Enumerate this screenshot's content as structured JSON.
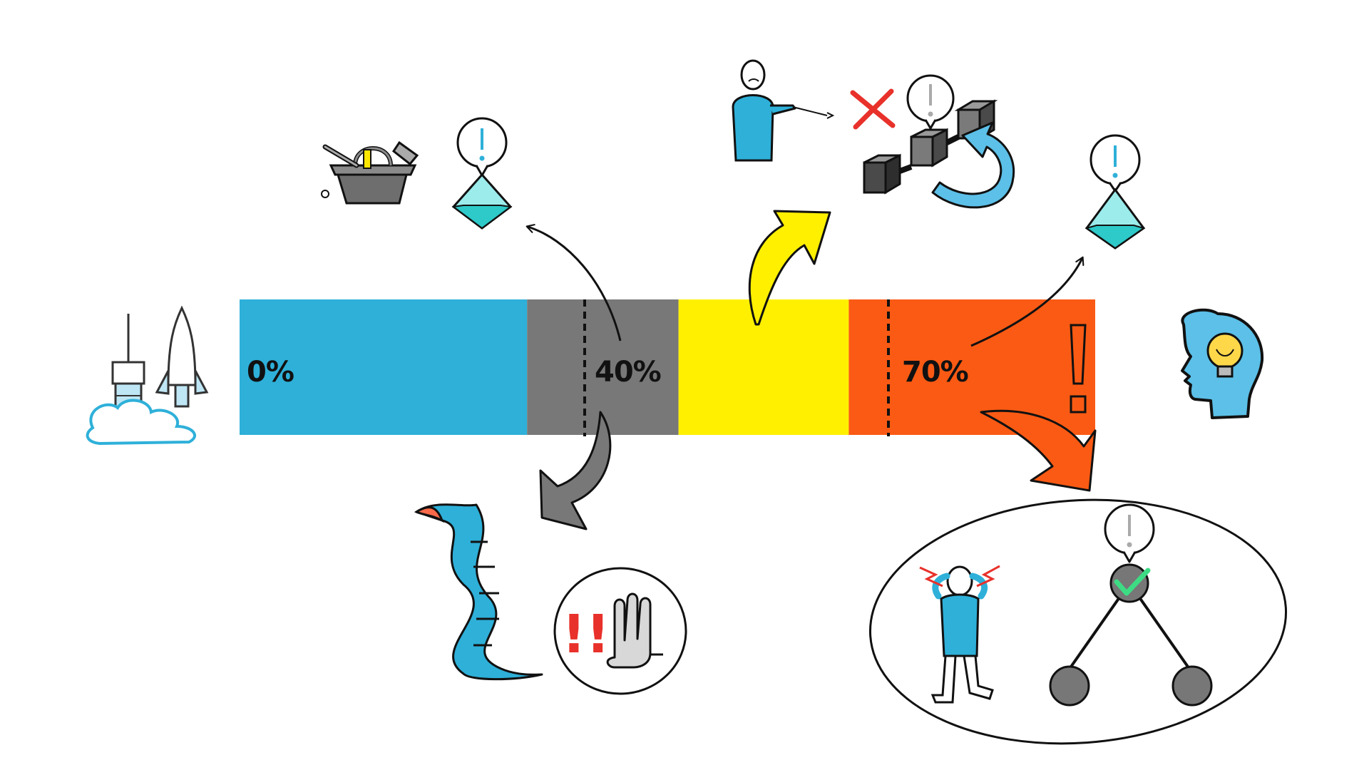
{
  "progress_bar": {
    "segments": [
      {
        "from_pct": 0,
        "to_pct": 33.6,
        "color": "#2eb0d9"
      },
      {
        "from_pct": 33.6,
        "to_pct": 51.3,
        "color": "#787878"
      },
      {
        "from_pct": 51.3,
        "to_pct": 71.2,
        "color": "#fff000"
      },
      {
        "from_pct": 71.2,
        "to_pct": 100,
        "color": "#fa5a14"
      }
    ],
    "labels": [
      {
        "text": "0%"
      },
      {
        "text": "40%"
      },
      {
        "text": "70%"
      }
    ],
    "markers": [
      "40%",
      "70%"
    ],
    "alert_glyph": "!"
  },
  "icons": [
    "rocket-launch-icon",
    "toolbox-icon",
    "crystal-insight-icon",
    "presenter-person-icon",
    "red-cross-icon",
    "blocks-chain-icon",
    "loop-arrow-icon",
    "lightbulb-head-icon",
    "scroll-list-icon",
    "stop-hand-icon",
    "stressed-person-icon",
    "decision-tree-icon",
    "checkmark-icon"
  ],
  "colors": {
    "blue": "#2eb0d9",
    "gray": "#787878",
    "yellow": "#fff000",
    "orange": "#fa5a14",
    "red": "#e8312a",
    "green": "#3ddc84",
    "dark": "#222222"
  },
  "callouts": {
    "hand_warning": "!!",
    "bubble_glyph": "!"
  }
}
